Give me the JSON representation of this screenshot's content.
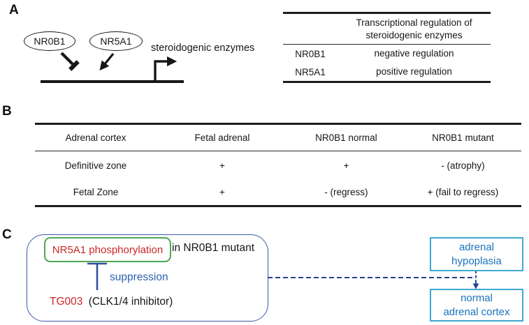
{
  "colors": {
    "black_ink": "#161616",
    "red_text": "#CB2727",
    "green_border": "#4FA553",
    "pathway_border_blue": "#3C5AA8",
    "suppression_line_blue": "#30509F",
    "suppression_text_blue": "#2B62AE",
    "dashed_connector_navy": "#27418F",
    "outcome_border_cyan": "#3FA9D2",
    "outcome_text_blue": "#1A73BE"
  },
  "panel_a": {
    "label": "A",
    "nodes": [
      {
        "label": "NR0B1"
      },
      {
        "label": "NR5A1"
      }
    ],
    "enzymes_label": "steroidogenic enzymes",
    "table": {
      "header": "Transcriptional regulation of\nsteroidogenic enzymes",
      "rows": [
        {
          "gene": "NR0B1",
          "value": "negative regulation"
        },
        {
          "gene": "NR5A1",
          "value": "positive regulation"
        }
      ]
    }
  },
  "panel_b": {
    "label": "B",
    "table": {
      "columns": [
        "Adrenal cortex",
        "Fetal adrenal",
        "NR0B1 normal",
        "NR0B1 mutant"
      ],
      "rows": [
        {
          "cells": [
            "Definitive zone",
            "+",
            "+",
            "- (atrophy)"
          ]
        },
        {
          "cells": [
            "Fetal Zone",
            "+",
            "- (regress)",
            "+ (fail to regress)"
          ]
        }
      ]
    }
  },
  "panel_c": {
    "label": "C",
    "phospho_label": "NR5A1 phosphorylation",
    "context_label": "in NR0B1 mutant",
    "suppression_label": "suppression",
    "drug_name": "TG003",
    "drug_detail": "(CLK1/4 inhibitor)",
    "outcome_top": "adrenal\nhypoplasia",
    "outcome_bottom": "normal\nadrenal cortex"
  }
}
